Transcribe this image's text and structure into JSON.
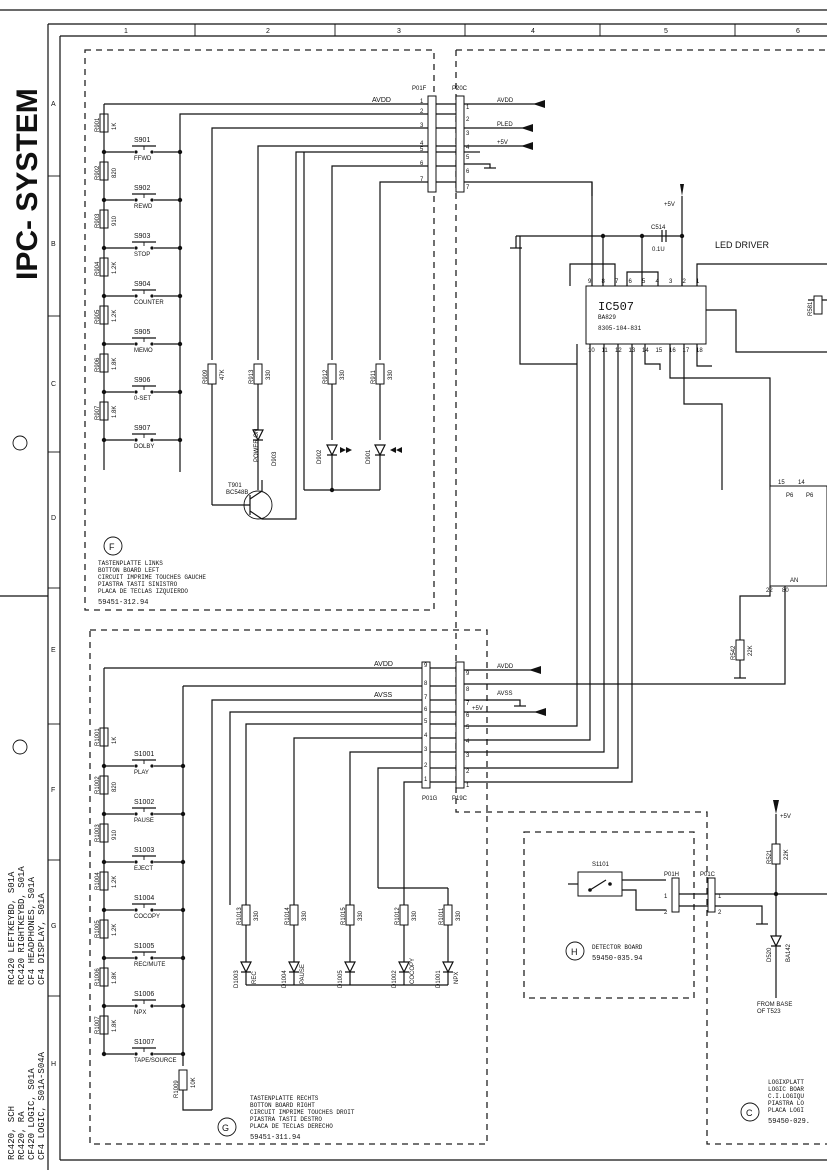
{
  "sidebar": {
    "title": "IPC- SYSTEM",
    "models": [
      "RC420, SCH",
      "RC420, RA",
      "CF420 LOGIC, S01A",
      "CF4 LOGIC, S01A-S04A"
    ],
    "models2": [
      "RC420 LEFTKEYBD, S01A",
      "RC420 RIGHTKEYBD, S01A",
      "CF4 HEADPHONES, S01A",
      "CF4 DISPLAY, S01A"
    ]
  },
  "columns": [
    "1",
    "2",
    "3",
    "4",
    "5",
    "6"
  ],
  "rows": [
    "A",
    "B",
    "C",
    "D",
    "E",
    "F",
    "G",
    "H"
  ],
  "board_f": {
    "badge": "F",
    "text": [
      "TASTENPLATTE LINKS",
      "BOTTON BOARD LEFT",
      "CIRCUIT IMPRIME TOUCHES GAUCHE",
      "PIASTRA TASTI SINISTRO",
      "PLACA DE TECLAS IZQUIERDO"
    ],
    "code": "59451-312.94",
    "connector": "P01F",
    "switches": [
      {
        "ref": "S901",
        "label": "FFWD",
        "res": "R901",
        "val": "1K"
      },
      {
        "ref": "S902",
        "label": "REWD",
        "res": "R902",
        "val": "820"
      },
      {
        "ref": "S903",
        "label": "STOP",
        "res": "R903",
        "val": "910"
      },
      {
        "ref": "S904",
        "label": "COUNTER",
        "res": "R904",
        "val": "1.2K"
      },
      {
        "ref": "S905",
        "label": "MEMO",
        "res": "R905",
        "val": "1.2K"
      },
      {
        "ref": "S906",
        "label": "0-SET",
        "res": "R906",
        "val": "1.8K"
      },
      {
        "ref": "S907",
        "label": "DOLBY",
        "res": "R907",
        "val": "1.8K"
      }
    ],
    "pins": [
      "1",
      "2",
      "3",
      "4",
      "5",
      "6",
      "7"
    ],
    "avdd": "AVDD",
    "r909": "R909",
    "r909v": "47K",
    "r913": "R913",
    "r913v": "330",
    "r912": "R912",
    "r912v": "330",
    "r911": "R911",
    "r911v": "330",
    "t901": "T901",
    "t901t": "BC548B",
    "power": "POWER ON",
    "d903": "D903",
    "d902": "D902",
    "d901": "D901"
  },
  "board_g": {
    "badge": "G",
    "text": [
      "TASTENPLATTE RECHTS",
      "BOTTON BOARD RIGHT",
      "CIRCUIT IMPRIME TOUCHES DROIT",
      "PIASTRA TASTI DESTRO",
      "PLACA DE TECLAS DERECHO"
    ],
    "code": "59451-311.94",
    "connector": "P01G",
    "switches": [
      {
        "ref": "S1001",
        "label": "PLAY",
        "res": "R1001",
        "val": "1K"
      },
      {
        "ref": "S1002",
        "label": "PAUSE",
        "res": "R1002",
        "val": "820"
      },
      {
        "ref": "S1003",
        "label": "EJECT",
        "res": "R1003",
        "val": "910"
      },
      {
        "ref": "S1004",
        "label": "COCOPY",
        "res": "R1004",
        "val": "1.2K"
      },
      {
        "ref": "S1005",
        "label": "REC/MUTE",
        "res": "R1005",
        "val": "1.2K"
      },
      {
        "ref": "S1006",
        "label": "NPX",
        "res": "R1006",
        "val": "1.8K"
      },
      {
        "ref": "S1007",
        "label": "TAPE/SOURCE",
        "res": "R1007",
        "val": "1.8K"
      }
    ],
    "pins": [
      "9",
      "8",
      "7",
      "6",
      "5",
      "4",
      "3",
      "2",
      "1"
    ],
    "avdd": "AVDD",
    "avss": "AVSS",
    "r1009": "R1009",
    "r1009v": "10K",
    "leds": [
      {
        "res": "R1013",
        "val": "330",
        "diode": "D1003",
        "label": "REC"
      },
      {
        "res": "R1014",
        "val": "330",
        "diode": "D1004",
        "label": "PAUSE"
      },
      {
        "res": "R1015",
        "val": "330",
        "diode": "D1005",
        "label": ""
      },
      {
        "res": "R1012",
        "val": "330",
        "diode": "D1002",
        "label": "COCOPY"
      },
      {
        "res": "R1011",
        "val": "330",
        "diode": "D1001",
        "label": "NPX"
      }
    ]
  },
  "board_h": {
    "badge": "H",
    "text": [
      "DETECTOR BOARD"
    ],
    "code": "59450-035.94",
    "switch": "S1101",
    "connector": "P01H"
  },
  "board_c": {
    "badge": "C",
    "text": [
      "LOGIXPLATT",
      "LOGIC BOAR",
      "C.I.LOGIQU",
      "PIASTRA LO",
      "PLACA LOGI"
    ],
    "code": "59450-029."
  },
  "logic": {
    "p20c": "P20C",
    "p19c": "P19C",
    "p01c": "P01C",
    "p20c_pins": [
      "1",
      "2",
      "3",
      "4",
      "5",
      "6",
      "7"
    ],
    "p19c_pins": [
      "9",
      "8",
      "7",
      "6",
      "5",
      "4",
      "3",
      "2",
      "1"
    ],
    "avdd": "AVDD",
    "pled": "PLED",
    "p5v": "+5V",
    "avss": "AVSS",
    "c514": "C514",
    "c514v": "0.1U",
    "led_driver": "LED DRIVER",
    "ic": "IC507",
    "ic_type": "BA829",
    "ic_code": "8305-104-831",
    "ic_top_pins": [
      "9",
      "8",
      "7",
      "6",
      "5",
      "4",
      "3",
      "2",
      "1"
    ],
    "ic_bot_pins": [
      "10",
      "11",
      "12",
      "13",
      "14",
      "15",
      "16",
      "17",
      "18"
    ],
    "r581": "R581",
    "ic2_pins_top": [
      "15",
      "14"
    ],
    "ic2_labels": [
      "P6",
      "P6"
    ],
    "ic2_pins_bot": [
      "22",
      "80"
    ],
    "ic2_an": "AN",
    "r542": "R542",
    "r542v": "22K",
    "r521": "R521",
    "r521v": "22K",
    "d520": "D520",
    "d520t": "BA142",
    "from_base": [
      "FROM BASE",
      "OF T523"
    ]
  }
}
